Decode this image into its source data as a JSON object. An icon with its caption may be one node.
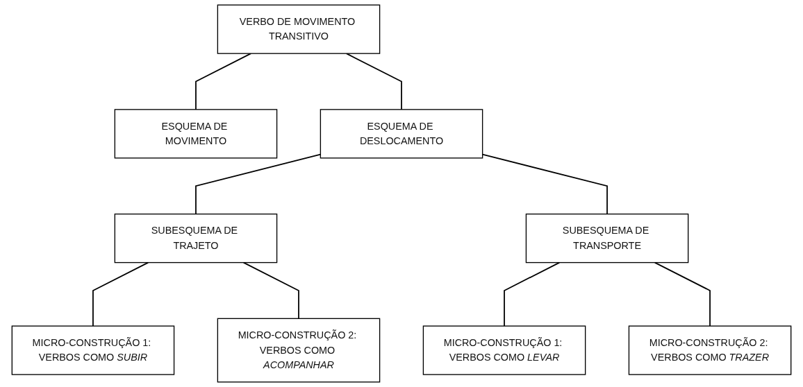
{
  "diagram": {
    "nodes": [
      {
        "text": [
          "VERBO DE MOVIMENTO TRANSITIVO"
        ]
      },
      {
        "text": [
          "ESQUEMA DE MOVIMENTO"
        ]
      },
      {
        "text": [
          "ESQUEMA DE DESLOCAMENTO"
        ]
      },
      {
        "text": [
          "SUBESQUEMA DE TRAJETO"
        ]
      },
      {
        "text": [
          "SUBESQUEMA DE TRANSPORTE"
        ]
      },
      {
        "text": [
          "MICRO-CONSTRUÇÃO 1: VERBOS COMO *SUBIR*"
        ]
      },
      {
        "text": [
          "MICRO-CONSTRUÇÃO 2: VERBOS COMO *ACOMPANHAR*"
        ]
      },
      {
        "text": [
          "MICRO-CONSTRUÇÃO 1: VERBOS COMO *LEVAR*"
        ]
      },
      {
        "text": [
          "MICRO-CONSTRUÇÃO 2: VERBOS COMO *TRAZER*"
        ]
      }
    ],
    "edges": [
      {
        "from": 0,
        "to": 1,
        "arrow": "none"
      },
      {
        "from": 0,
        "to": 2,
        "arrow": "none"
      },
      {
        "from": 2,
        "to": 3,
        "arrow": "none"
      },
      {
        "from": 2,
        "to": 4,
        "arrow": "none"
      },
      {
        "from": 3,
        "to": 5,
        "arrow": "none"
      },
      {
        "from": 3,
        "to": 6,
        "arrow": "none"
      },
      {
        "from": 4,
        "to": 7,
        "arrow": "none"
      },
      {
        "from": 4,
        "to": 8,
        "arrow": "none"
      }
    ]
  }
}
